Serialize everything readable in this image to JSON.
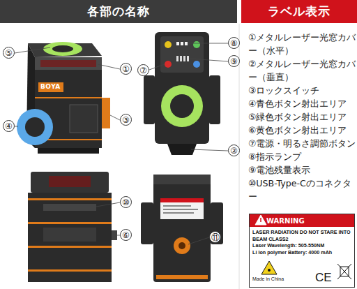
{
  "diagram": {
    "nodes": [
      {
        "text": [
          "各部の名称"
        ]
      },
      {
        "text": [
          "ラベル表示"
        ]
      },
      {
        "text": [
          "WARNING",
          "LASER RADIATION DO NOT STARE INTO BEAM CLASS2",
          "Laser Wavelength: 505-550NM",
          "Li Ion polymer Battery: 4000 mAh",
          "Made in China",
          "CE"
        ]
      }
    ],
    "labels": [
      "⑤",
      "①",
      "④",
      "③",
      "⑧",
      "⑦",
      "⑨",
      "②",
      "⑩",
      "⑥",
      "⑪",
      "BOYA",
      "①メタルレーザー光窓カバー（水平）",
      "②メタルレーザー光窓カバー（垂直）",
      "③ロックスイッチ",
      "④青色ボタン射出エリア",
      "⑤緑色ボタン射出エリア",
      "⑥黄色ボタン射出エリア",
      "⑦電源・明るさ調節ボタン",
      "⑧指示ランプ",
      "⑨電池残量表示",
      "⑩USB-Type-Cのコネクター"
    ]
  }
}
